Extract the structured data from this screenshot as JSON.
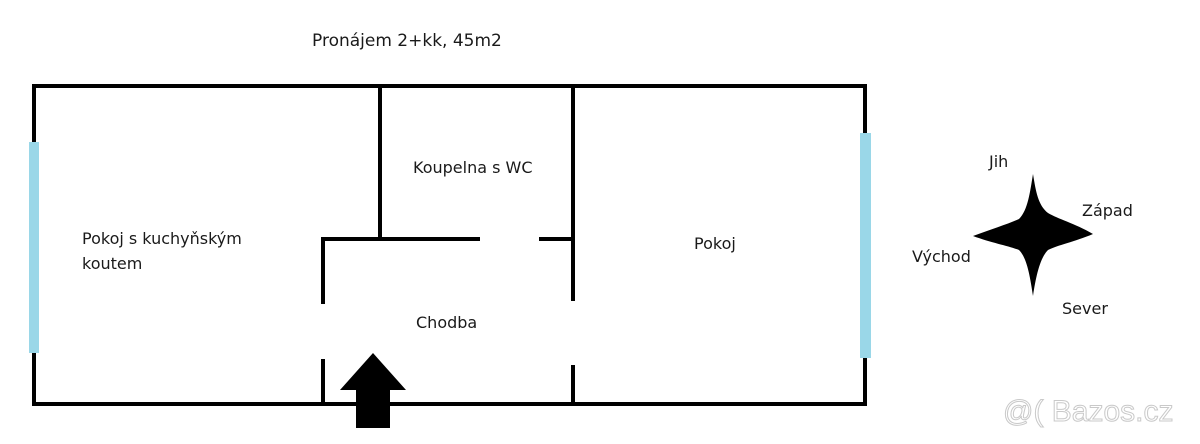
{
  "title": "Pronájem 2+kk, 45m2",
  "rooms": [
    {
      "id": "living-kitchen",
      "label_line1": "Pokoj s kuchyňským",
      "label_line2": "koutem"
    },
    {
      "id": "bathroom",
      "label": "Koupelna s WC"
    },
    {
      "id": "hallway",
      "label": "Chodba"
    },
    {
      "id": "room",
      "label": "Pokoj"
    }
  ],
  "compass": {
    "icon": "four-point-star-compass-icon",
    "top": "Jih",
    "right": "Západ",
    "left": "Východ",
    "bottom": "Sever"
  },
  "entrance": {
    "icon": "entrance-arrow-up-icon"
  },
  "windows": {
    "color": "#9ad7e8",
    "count": 2
  },
  "walls": {
    "color": "#000000"
  },
  "watermark": "@( Bazos.cz"
}
